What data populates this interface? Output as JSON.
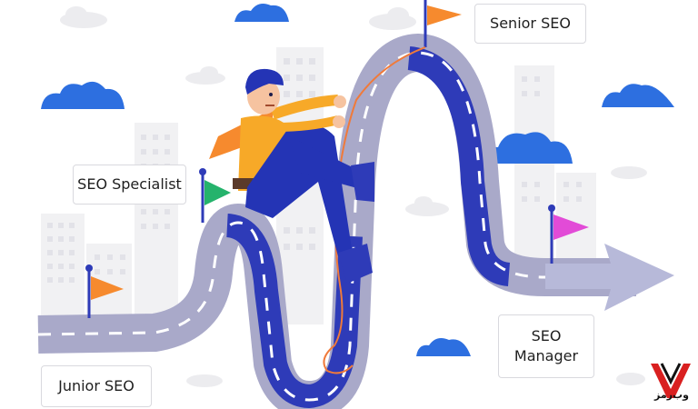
{
  "labels": {
    "senior_seo": "Senior SEO",
    "seo_specialist": "SEO Specialist",
    "junior_seo": "Junior SEO",
    "seo_manager_line1": "SEO",
    "seo_manager_line2": "Manager"
  },
  "logo": {
    "text": "وب‌رمز"
  },
  "colors": {
    "road": "#a9a9c9",
    "road_dark": "#2e3bb8",
    "cloud": "#2d6fe0",
    "building": "#f1f1f3",
    "flag_orange": "#f68a2e",
    "flag_green": "#25b36c",
    "flag_pink": "#e24bd7",
    "arrow": "#b7b9d9",
    "shirt": "#f7a928",
    "pants": "#2434b5",
    "rope": "#f07a3a",
    "logo_red": "#d92020"
  },
  "icons": [
    "flag-icon",
    "cloud-icon",
    "arrow-icon",
    "climber-icon",
    "rope-icon",
    "logo-icon"
  ]
}
